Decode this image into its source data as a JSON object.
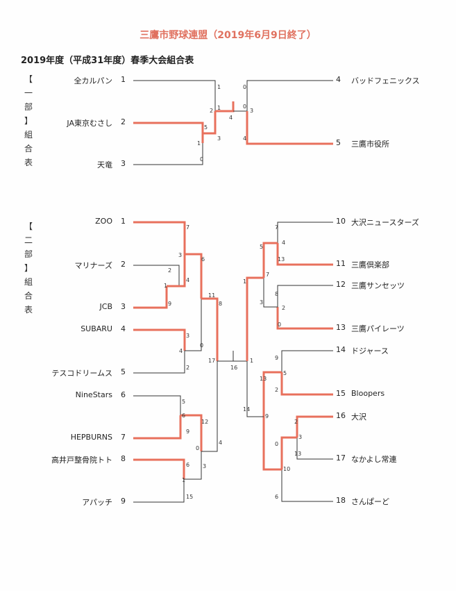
{
  "header": {
    "title": "三鷹市野球連盟（2019年6月9日終了）",
    "subtitle": "2019年度（平成31年度）春季大会組合表"
  },
  "colors": {
    "win": "#e8705c",
    "line": "#333333",
    "title": "#e0715f"
  },
  "division1": {
    "label": "【一部】組合表",
    "teams": [
      {
        "num": "1",
        "name": "全カルパン"
      },
      {
        "num": "2",
        "name": "JA東京むさし"
      },
      {
        "num": "3",
        "name": "天竜"
      },
      {
        "num": "4",
        "name": "バッドフェニックス"
      },
      {
        "num": "5",
        "name": "三鷹市役所"
      }
    ],
    "scores": [
      "1",
      "2",
      "1",
      "5",
      "1",
      "3",
      "0",
      "4",
      "0",
      "0",
      "3",
      "4"
    ]
  },
  "division2": {
    "label": "【二部】組合表",
    "teams": [
      {
        "num": "1",
        "name": "ZOO"
      },
      {
        "num": "2",
        "name": "マリナーズ"
      },
      {
        "num": "3",
        "name": "JCB"
      },
      {
        "num": "4",
        "name": "SUBARU"
      },
      {
        "num": "5",
        "name": "テスコドリームス"
      },
      {
        "num": "6",
        "name": "NineStars"
      },
      {
        "num": "7",
        "name": "HEPBURNS"
      },
      {
        "num": "8",
        "name": "高井戸整骨院トト"
      },
      {
        "num": "9",
        "name": "アパッチ"
      },
      {
        "num": "10",
        "name": "大沢ニュースターズ"
      },
      {
        "num": "11",
        "name": "三鷹倶楽部"
      },
      {
        "num": "12",
        "name": "三鷹サンセッツ"
      },
      {
        "num": "13",
        "name": "三鷹パイレーツ"
      },
      {
        "num": "14",
        "name": "ドジャース"
      },
      {
        "num": "15",
        "name": "Bloopers"
      },
      {
        "num": "16",
        "name": "大沢"
      },
      {
        "num": "17",
        "name": "なかよし常連"
      },
      {
        "num": "18",
        "name": "さんぱーど"
      }
    ],
    "scores": [
      "7",
      "3",
      "2",
      "1",
      "4",
      "9",
      "6",
      "11",
      "8",
      "3",
      "4",
      "0",
      "2",
      "5",
      "6",
      "9",
      "12",
      "0",
      "4",
      "6",
      "1",
      "3",
      "15",
      "17",
      "16",
      "1",
      "7",
      "4",
      "5",
      "13",
      "7",
      "1",
      "8",
      "2",
      "3",
      "0",
      "9",
      "5",
      "13",
      "2",
      "14",
      "9",
      "2",
      "3",
      "13",
      "0",
      "10",
      "6"
    ]
  }
}
